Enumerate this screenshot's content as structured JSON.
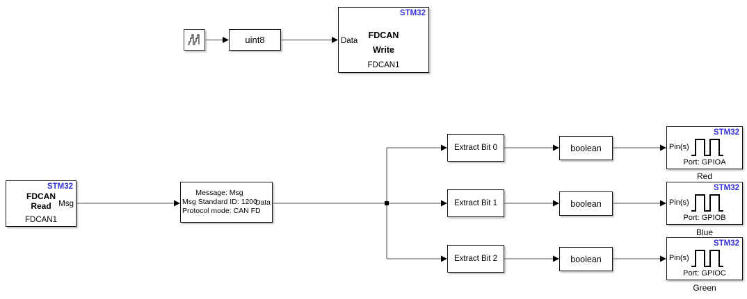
{
  "colors": {
    "stm32_blue": "#3434d6",
    "wire_gray": "#9a9a9a"
  },
  "blocks": {
    "signal_source": {
      "icon": "stair-step-signal"
    },
    "uint8": {
      "label": "uint8"
    },
    "fdcan_write": {
      "tag": "STM32",
      "title1": "FDCAN",
      "title2": "Write",
      "port_in": "Data",
      "footer": "FDCAN1"
    },
    "fdcan_read": {
      "tag": "STM32",
      "title1": "FDCAN",
      "title2": "Read",
      "port_out": "Msg",
      "footer": "FDCAN1"
    },
    "can_unpack": {
      "line1": "Message: Msg",
      "line2": "Msg Standard ID: 1200",
      "line3": "Protocol mode: CAN FD",
      "port_out": "Data"
    },
    "extract_bits": [
      {
        "label": "Extract Bit 0"
      },
      {
        "label": "Extract Bit 1"
      },
      {
        "label": "Extract Bit 2"
      }
    ],
    "booleans": [
      {
        "label": "boolean"
      },
      {
        "label": "boolean"
      },
      {
        "label": "boolean"
      }
    ],
    "gpio_writes": [
      {
        "tag": "STM32",
        "port_in": "Pin(s)",
        "port_text": "Port: GPIOA",
        "caption": "Red"
      },
      {
        "tag": "STM32",
        "port_in": "Pin(s)",
        "port_text": "Port: GPIOB",
        "caption": "Blue"
      },
      {
        "tag": "STM32",
        "port_in": "Pin(s)",
        "port_text": "Port: GPIOC",
        "caption": "Green"
      }
    ]
  }
}
